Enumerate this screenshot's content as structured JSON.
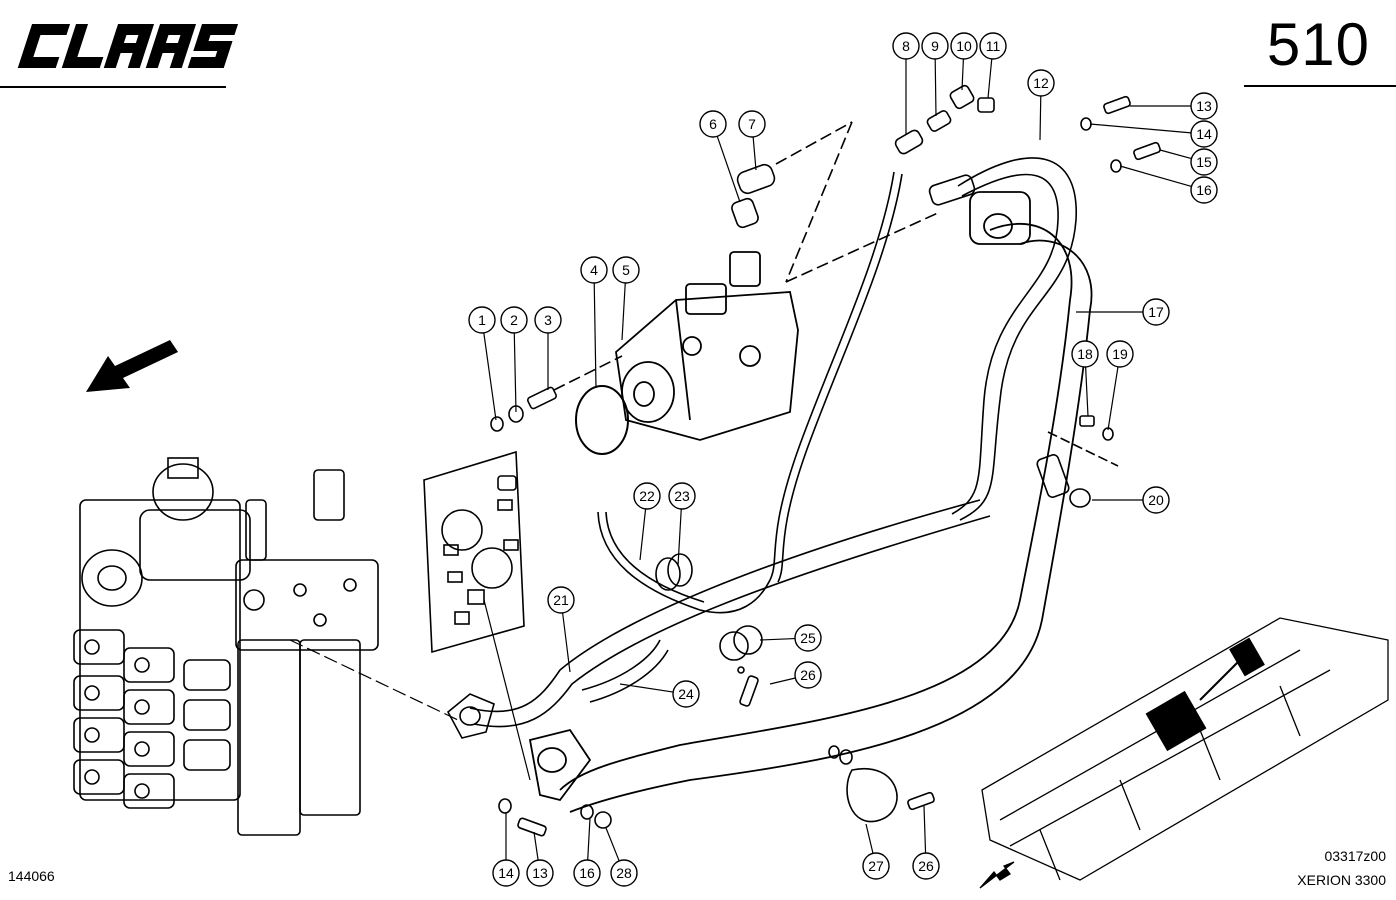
{
  "header": {
    "brand_logo": "CLAAS",
    "page_number": "510"
  },
  "footer": {
    "drawing_number": "144066",
    "drawing_code": "03317z00",
    "model": "XERION 3300"
  },
  "callouts": [
    "1",
    "2",
    "3",
    "4",
    "5",
    "6",
    "7",
    "8",
    "9",
    "10",
    "11",
    "12",
    "13",
    "14",
    "15",
    "16",
    "17",
    "18",
    "19",
    "20",
    "21",
    "22",
    "23",
    "24",
    "25",
    "26",
    "27",
    "14",
    "13",
    "16",
    "28",
    "26"
  ],
  "icons": [
    "direction-arrow-icon",
    "tractor-frame-thumbnail"
  ]
}
